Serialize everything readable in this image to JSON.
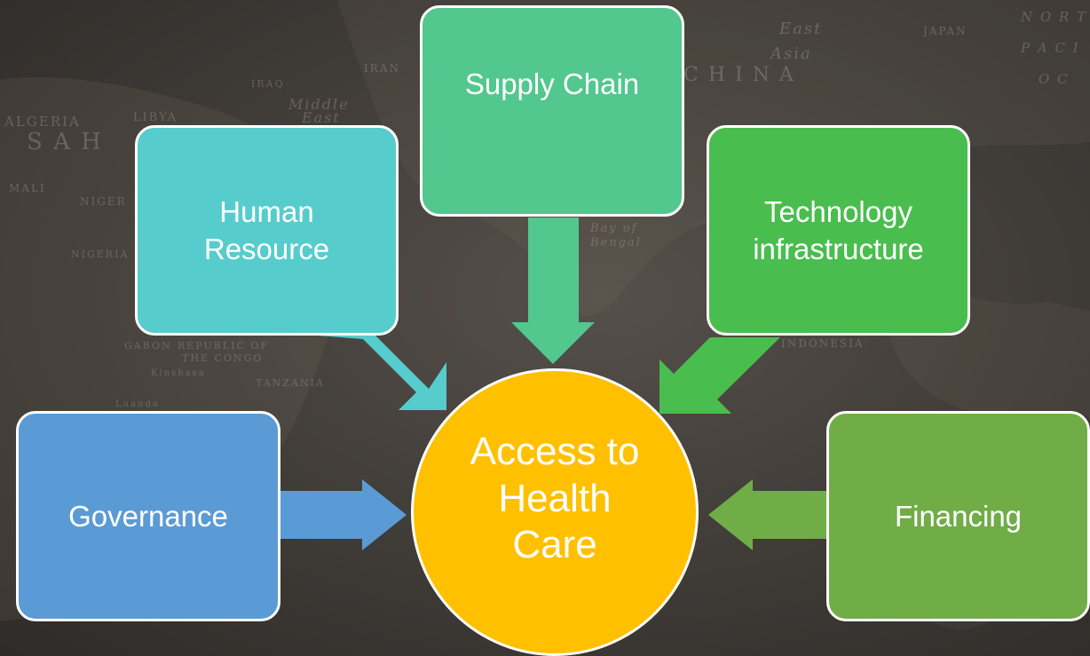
{
  "diagram": {
    "center": {
      "label": "Access to\nHealth\nCare",
      "color": "#FFC000"
    },
    "factors": [
      {
        "id": "governance",
        "label": "Governance",
        "color": "#5B9BD5"
      },
      {
        "id": "human-resource",
        "label": "Human\nResource",
        "color": "#57CCCC"
      },
      {
        "id": "supply-chain",
        "label": "Supply Chain",
        "color": "#52C78E"
      },
      {
        "id": "technology-infrastructure",
        "label": "Technology\ninfrastructure",
        "color": "#4ABD4F"
      },
      {
        "id": "financing",
        "label": "Financing",
        "color": "#70AD47"
      }
    ]
  },
  "background_map": {
    "labels": [
      "ALGERIA",
      "LIBYA",
      "S A H",
      "MALI",
      "NIGER",
      "NIGERIA",
      "Middle",
      "East",
      "IRAQ",
      "IRAN",
      "East",
      "Asia",
      "C H I N A",
      "JAPAN",
      "N O R T",
      "P A C I",
      "O C",
      "REPUBLIC OF",
      "THE CONGO",
      "TANZANIA",
      "Kinshasa",
      "GABON",
      "Bay of",
      "Bengal",
      "Luanda",
      "INDONESIA"
    ]
  }
}
